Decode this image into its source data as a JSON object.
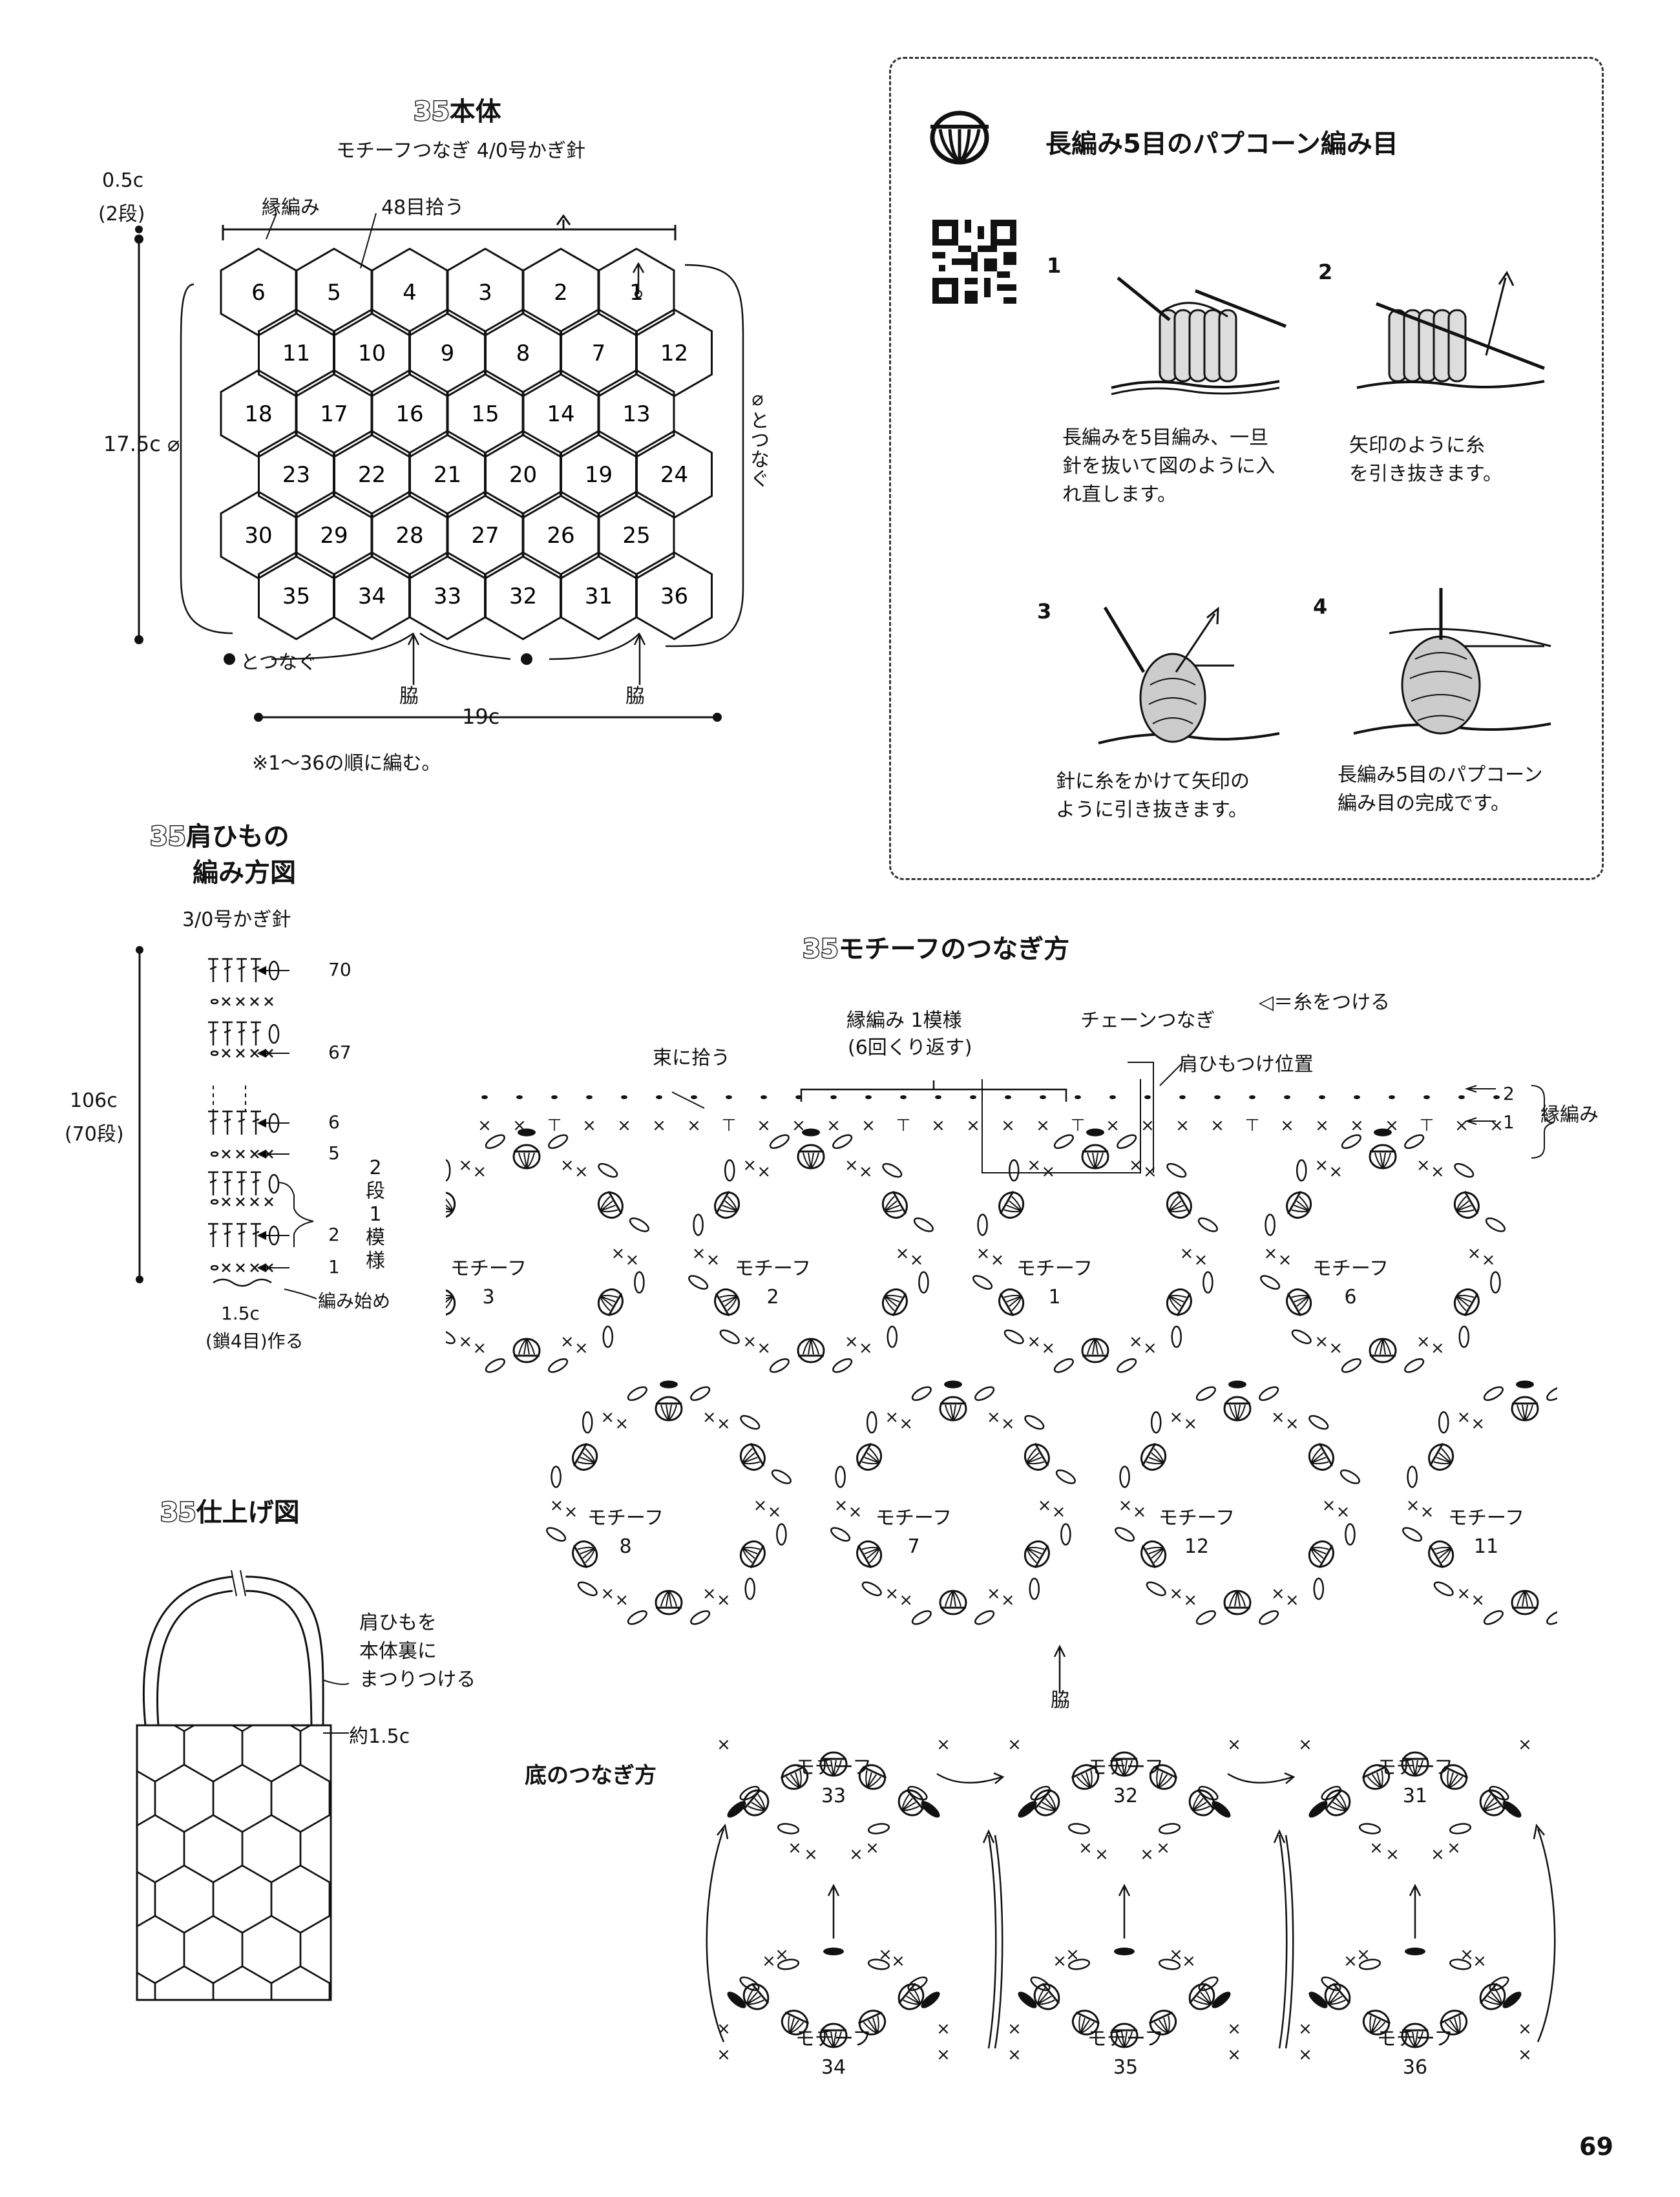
{
  "section_body": {
    "num": "35",
    "title": "本体",
    "subtitle": "モチーフつなぎ 4/0号かぎ針",
    "edge_label": "縁編み",
    "pickup_label": "48目拾う",
    "top_dim": "0.5c",
    "top_dim_rows": "(2段)",
    "height_dim": "17.5c",
    "width_dim": "19c",
    "join_label": "とつなぐ",
    "side_label": "脇",
    "note": "※1〜36の順に編む。",
    "motifs": [
      [
        "6",
        "5",
        "4",
        "3",
        "2",
        "1"
      ],
      [
        "11",
        "10",
        "9",
        "8",
        "7",
        "12"
      ],
      [
        "18",
        "17",
        "16",
        "15",
        "14",
        "13"
      ],
      [
        "23",
        "22",
        "21",
        "20",
        "19",
        "24"
      ],
      [
        "30",
        "29",
        "28",
        "27",
        "26",
        "25"
      ],
      [
        "35",
        "34",
        "33",
        "32",
        "31",
        "36"
      ]
    ]
  },
  "popcorn_box": {
    "title": "長編み5目のパプコーン編み目",
    "steps": [
      {
        "n": "1",
        "text1": "長編みを5目編み、一旦",
        "text2": "針を抜いて図のように入",
        "text3": "れ直します。"
      },
      {
        "n": "2",
        "text1": "矢印のように糸",
        "text2": "を引き抜きます。",
        "text3": ""
      },
      {
        "n": "3",
        "text1": "針に糸をかけて矢印の",
        "text2": "ように引き抜きます。",
        "text3": ""
      },
      {
        "n": "4",
        "text1": "長編み5目のパプコーン",
        "text2": "編み目の完成です。",
        "text3": ""
      }
    ]
  },
  "strap": {
    "num": "35",
    "title1": "肩ひもの",
    "title2": "編み方図",
    "needle": "3/0号かぎ針",
    "len": "106c",
    "len_rows": "(70段)",
    "rows": [
      "70",
      "67",
      "6",
      "5",
      "2",
      "1"
    ],
    "repeat1": "2",
    "repeat2": "段",
    "repeat3": "1",
    "repeat4": "模",
    "repeat5": "様",
    "start": "編み始め",
    "base1": "1.5c",
    "base2": "(鎖4目)作る"
  },
  "finish": {
    "num": "35",
    "title": "仕上げ図",
    "note1": "肩ひもを",
    "note2": "本体裏に",
    "note3": "まつりつける",
    "overlap": "約1.5c"
  },
  "joining": {
    "num": "35",
    "title": "モチーフのつなぎ方",
    "legend": "◁＝糸をつける",
    "edge_repeat1": "縁編み 1模様",
    "edge_repeat2": "(6回くり返す)",
    "chain_join": "チェーンつなぎ",
    "bundle": "束に拾う",
    "strap_pos": "肩ひもつけ位置",
    "edge_label": "縁編み",
    "row1": "1",
    "row2": "2",
    "side": "脇",
    "motif_word": "モチーフ",
    "top_row": [
      "3",
      "2",
      "1",
      "6"
    ],
    "bottom_row": [
      "8",
      "7",
      "12",
      "11"
    ]
  },
  "bottom_join": {
    "title": "底のつなぎ方",
    "motif_word": "モチーフ",
    "top_row": [
      "33",
      "32",
      "31"
    ],
    "bottom_row": [
      "34",
      "35",
      "36"
    ]
  },
  "page_number": "69"
}
